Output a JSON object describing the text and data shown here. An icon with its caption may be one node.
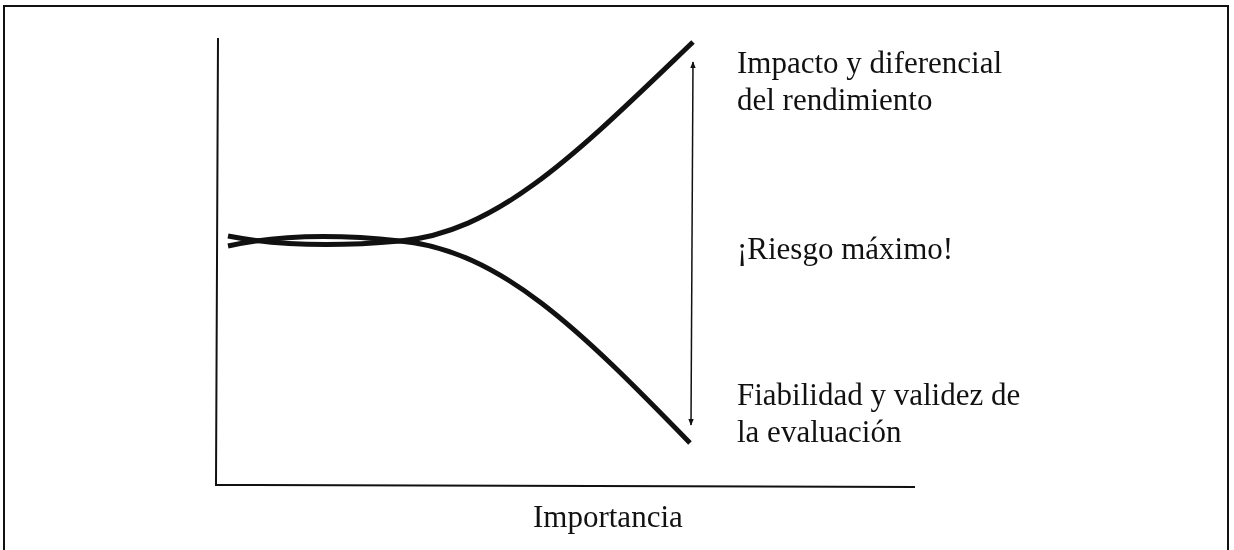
{
  "diagram": {
    "labels": [
      "Impacto y diferencial del rendimiento",
      "¡Riesgo máximo!",
      "Fiabilidad y validez de la evaluación",
      "Importancia"
    ]
  }
}
